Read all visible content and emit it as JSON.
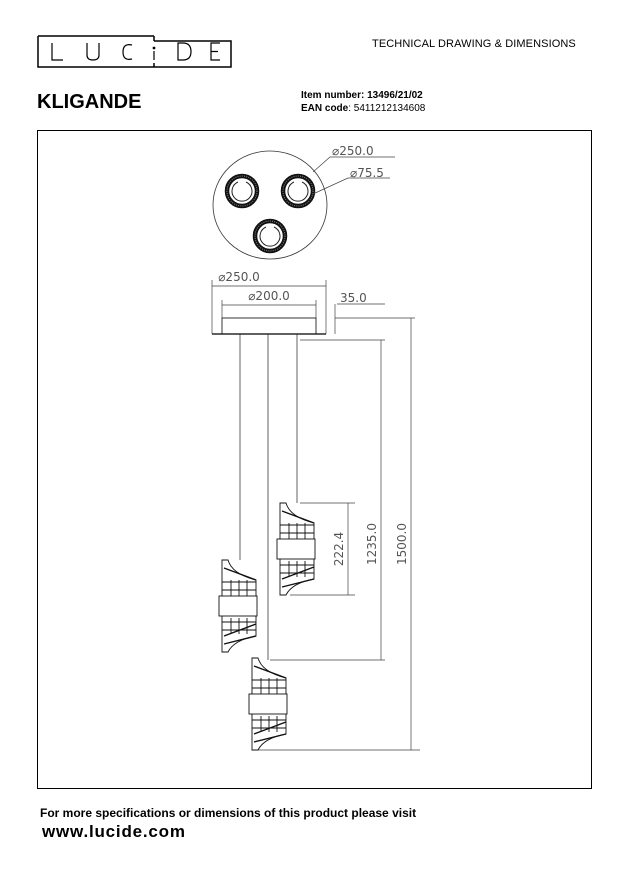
{
  "header": {
    "brand": "LUCIDE",
    "doc_type": "TECHNICAL DRAWING & DIMENSIONS",
    "product_name": "KLIGANDE",
    "item_number_label": "Item number:",
    "item_number": "13496/21/02",
    "ean_label": "EAN code",
    "ean": "5411212134608"
  },
  "drawing": {
    "top_view": {
      "outer_diameter": "⌀250.0",
      "spot_diameter": "⌀75.5"
    },
    "side_view": {
      "canopy_diameter": "⌀250.0",
      "base_diameter": "⌀200.0",
      "canopy_height": "35.0",
      "shade_height": "222.4",
      "cable_length": "1235.0",
      "total_height": "1500.0"
    }
  },
  "footer": {
    "note": "For more specifications or dimensions of this product please visit",
    "url": "www.lucide.com"
  }
}
